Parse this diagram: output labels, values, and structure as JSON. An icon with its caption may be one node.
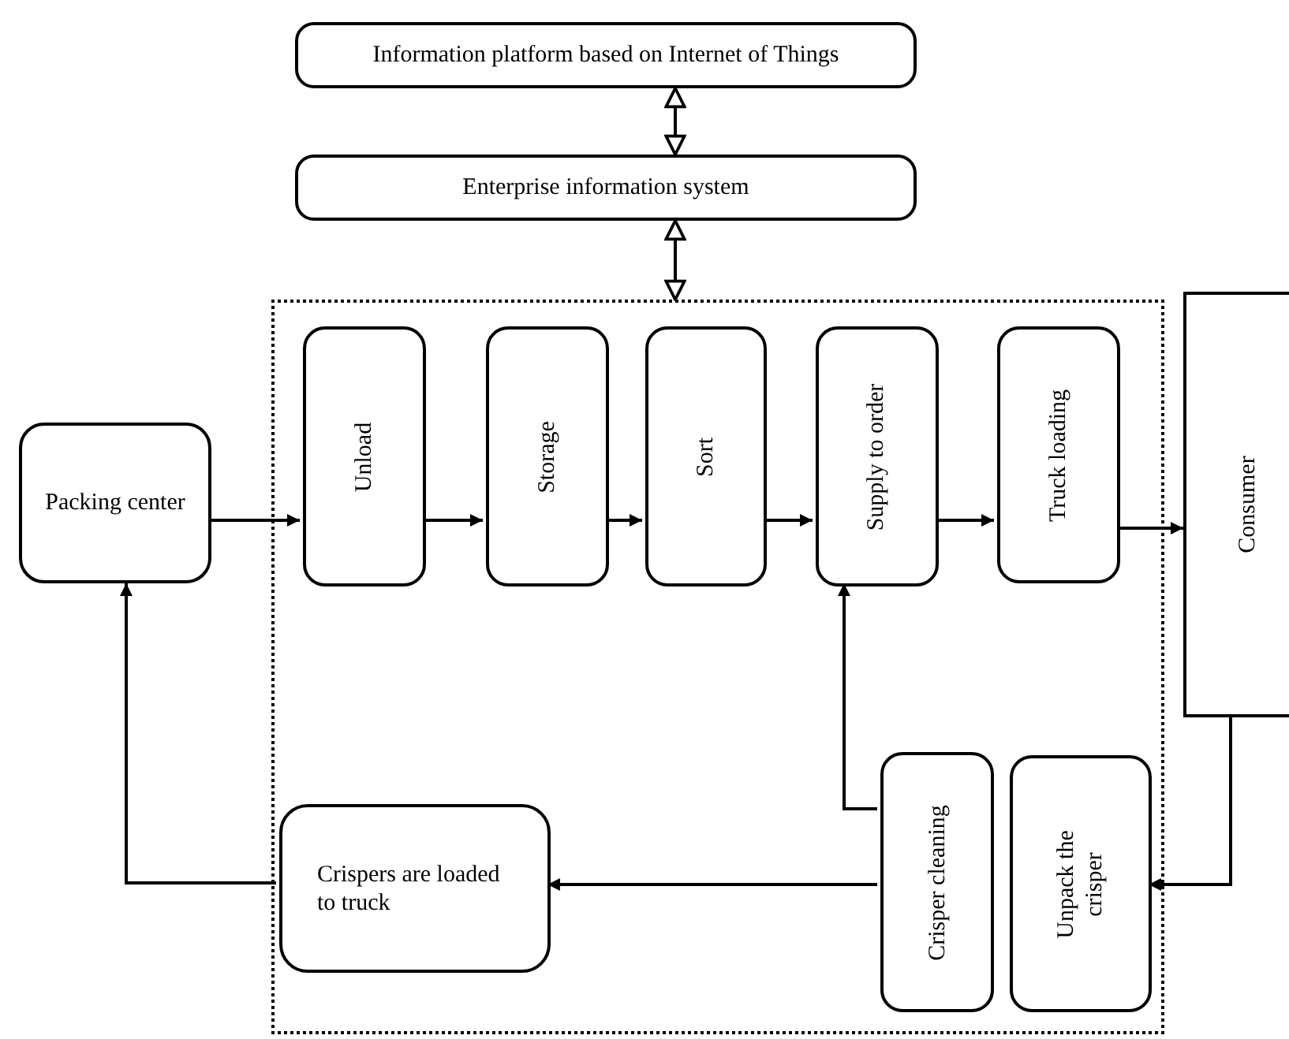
{
  "diagram": {
    "nodes": [
      {
        "text": [
          "Information platform based on Internet of Things"
        ]
      },
      {
        "text": [
          "Enterprise information system"
        ]
      },
      {
        "text": [],
        "shape": "box"
      },
      {
        "text": [
          "Packing center"
        ]
      },
      {
        "text": [
          "Unload"
        ],
        "in": 2
      },
      {
        "text": [
          "Storage"
        ],
        "in": 2
      },
      {
        "text": [
          "Sort"
        ],
        "in": 2
      },
      {
        "text": [
          "Supply to order"
        ],
        "in": 2
      },
      {
        "text": [
          "Truck loading"
        ],
        "in": 2
      },
      {
        "text": [
          "Consumer"
        ]
      },
      {
        "text": [
          "Crispers are loaded to truck"
        ],
        "in": 2
      },
      {
        "text": [
          "Crisper cleaning"
        ],
        "in": 2
      },
      {
        "text": [
          "Unpack the crisper"
        ],
        "in": 2
      }
    ],
    "edges": [
      {
        "from": 0,
        "to": 1,
        "arrow": "both"
      },
      {
        "from": 1,
        "to": 2,
        "arrow": "both"
      },
      {
        "from": 3,
        "to": 4,
        "arrow": "to"
      },
      {
        "from": 4,
        "to": 5,
        "arrow": "to"
      },
      {
        "from": 5,
        "to": 6,
        "arrow": "to"
      },
      {
        "from": 6,
        "to": 7,
        "arrow": "to"
      },
      {
        "from": 7,
        "to": 8,
        "arrow": "to"
      },
      {
        "from": 8,
        "to": 9,
        "arrow": "to"
      },
      {
        "from": 9,
        "to": 12,
        "arrow": "to"
      },
      {
        "from": 11,
        "to": 7,
        "arrow": "to"
      },
      {
        "from": 11,
        "to": 10,
        "arrow": "to"
      },
      {
        "from": 10,
        "to": 3,
        "arrow": "to"
      }
    ]
  }
}
